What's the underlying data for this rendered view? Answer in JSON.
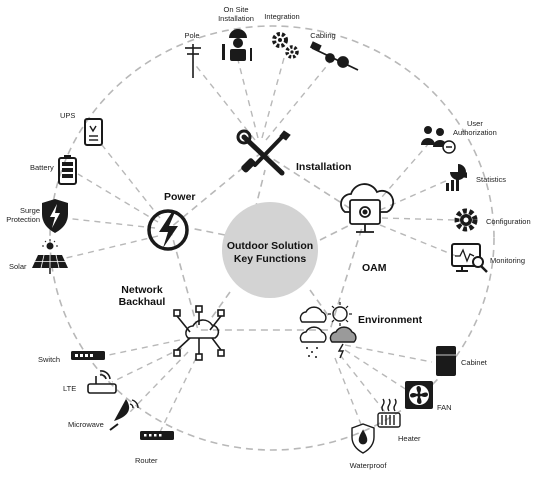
{
  "center": {
    "line1": "Outdoor Solution",
    "line2": "Key Functions"
  },
  "hubs": {
    "installation": "Installation",
    "power": "Power",
    "oam": "OAM",
    "environment": "Environment",
    "network_line1": "Network",
    "network_line2": "Backhaul"
  },
  "installation_items": {
    "pole": "Pole",
    "onsite_line1": "On Site",
    "onsite_line2": "Installation",
    "integration": "Integration",
    "cabling": "Cabling"
  },
  "power_items": {
    "ups": "UPS",
    "battery": "Battery",
    "surge_line1": "Surge",
    "surge_line2": "Protection",
    "solar": "Solar"
  },
  "oam_items": {
    "user_auth_line1": "User",
    "user_auth_line2": "Authorization",
    "statistics": "Statistics",
    "configuration": "Configuration",
    "monitoring": "Monitoring"
  },
  "network_items": {
    "switch": "Switch",
    "lte": "LTE",
    "microwave": "Microwave",
    "router": "Router"
  },
  "environment_items": {
    "cabinet": "Cabinet",
    "fan": "FAN",
    "heater": "Heater",
    "waterproof": "Waterproof"
  },
  "colors": {
    "line": "#b8b8b8",
    "center": "#d3d3d3",
    "icon": "#1a1a1a"
  }
}
